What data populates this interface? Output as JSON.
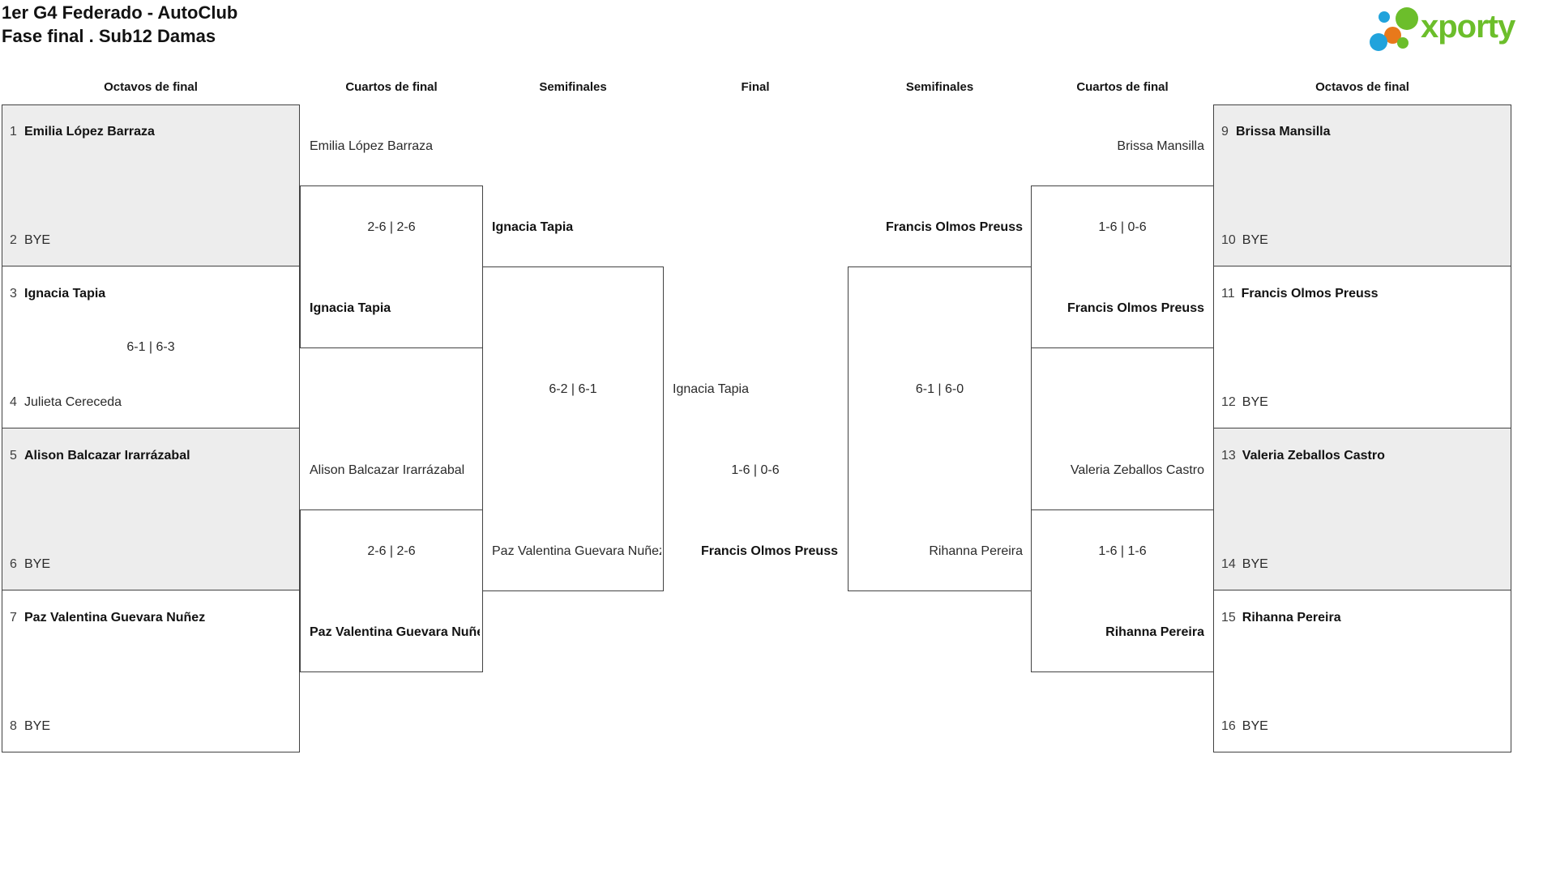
{
  "title": {
    "line1": "1er G4 Federado - AutoClub",
    "line2": "Fase final . Sub12 Damas"
  },
  "brand": {
    "name": "xporty",
    "green": "#6cbe2b",
    "blue": "#21a3dc",
    "orange": "#e8791b"
  },
  "theme": {
    "box_border": "#424242",
    "box_shade": "#ededed"
  },
  "headers": {
    "octavos_left": "Octavos de final",
    "cuartos_left": "Cuartos de final",
    "semis_left": "Semifinales",
    "final": "Final",
    "semis_right": "Semifinales",
    "cuartos_right": "Cuartos de final",
    "octavos_right": "Octavos de final"
  },
  "octavos_left": {
    "entries": [
      {
        "seed": "1",
        "name": "Emilia López Barraza"
      },
      {
        "seed": "2",
        "name": "BYE"
      },
      {
        "seed": "3",
        "name": "Ignacia Tapia"
      },
      {
        "seed": "4",
        "name": "Julieta Cereceda"
      },
      {
        "seed": "5",
        "name": "Alison Balcazar Irarrázabal"
      },
      {
        "seed": "6",
        "name": "BYE"
      },
      {
        "seed": "7",
        "name": "Paz Valentina Guevara Nuñez"
      },
      {
        "seed": "8",
        "name": "BYE"
      }
    ],
    "match2_score": "6-1 | 6-3"
  },
  "octavos_right": {
    "entries": [
      {
        "seed": "9",
        "name": "Brissa Mansilla"
      },
      {
        "seed": "10",
        "name": "BYE"
      },
      {
        "seed": "11",
        "name": "Francis Olmos Preuss"
      },
      {
        "seed": "12",
        "name": "BYE"
      },
      {
        "seed": "13",
        "name": "Valeria Zeballos Castro"
      },
      {
        "seed": "14",
        "name": "BYE"
      },
      {
        "seed": "15",
        "name": "Rihanna Pereira"
      },
      {
        "seed": "16",
        "name": "BYE"
      }
    ]
  },
  "cuartos_left": {
    "m1": {
      "p1": "Emilia López Barraza",
      "score": "2-6 | 2-6",
      "winner": "Ignacia Tapia"
    },
    "m2": {
      "p1": "Alison Balcazar Irarrázabal",
      "score": "2-6 | 2-6",
      "winner": "Paz Valentina Guevara Nuñez"
    }
  },
  "semis_left": {
    "p1": "Ignacia Tapia",
    "score": "6-2 | 6-1",
    "p2": "Paz Valentina Guevara Nuñez"
  },
  "final": {
    "p1": "Ignacia Tapia",
    "score": "1-6 | 0-6",
    "p2": "Francis Olmos Preuss"
  },
  "semis_right": {
    "p1": "Francis Olmos Preuss",
    "score": "6-1 | 6-0",
    "p2": "Rihanna Pereira"
  },
  "cuartos_right": {
    "m1": {
      "p1": "Brissa Mansilla",
      "score": "1-6 | 0-6",
      "winner": "Francis Olmos Preuss"
    },
    "m2": {
      "p1": "Valeria Zeballos Castro",
      "score": "1-6 | 1-6",
      "winner": "Rihanna Pereira"
    }
  }
}
